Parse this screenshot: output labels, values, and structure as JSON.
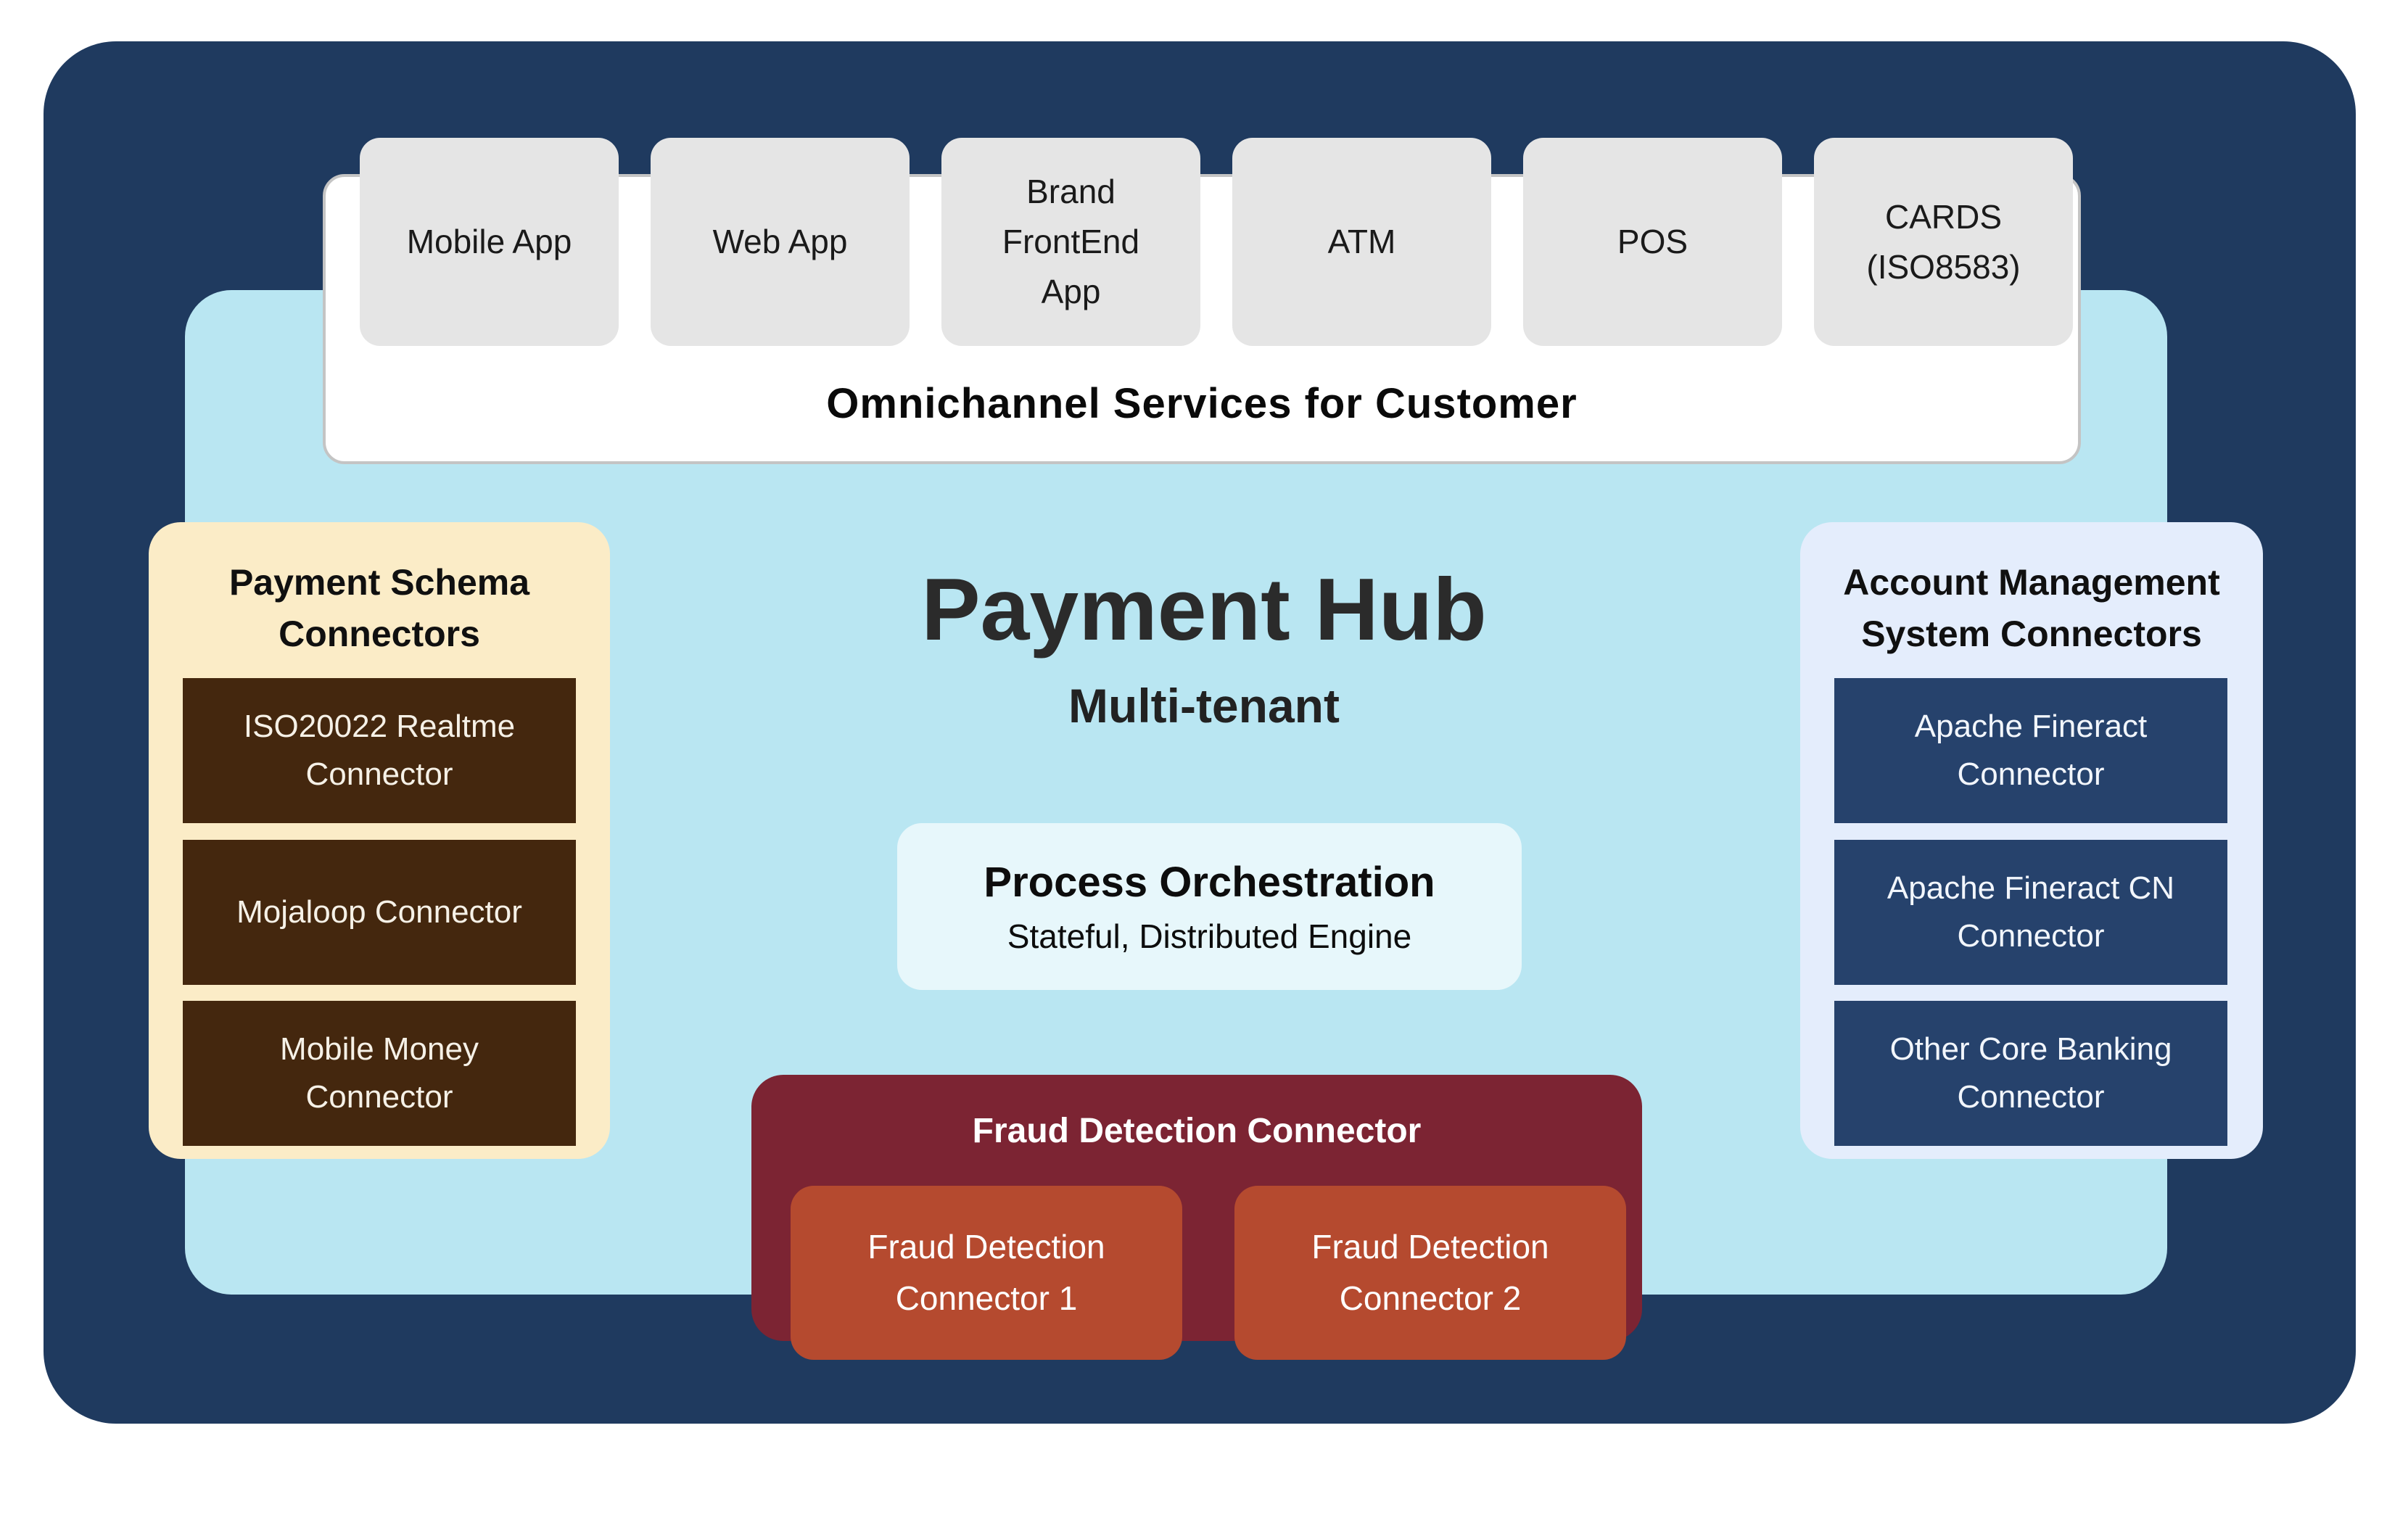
{
  "palette": {
    "page_bg": "#FFFFFF",
    "frame_navy": "#1F3A5F",
    "hub_cyan": "#B9E6F2",
    "channel_gray": "#E5E5E5",
    "omni_white": "#FFFFFF",
    "schema_panel_cream": "#FBECC7",
    "schema_box_brown": "#44270E",
    "account_panel_lavender": "#E4EDFC",
    "account_box_navy": "#26426C",
    "process_box_light": "#E7F7FB",
    "fraud_panel_maroon": "#7C2433",
    "fraud_box_red": "#B54A2F"
  },
  "channels": {
    "title": "Omnichannel Services for Customer",
    "items": [
      "Mobile App",
      "Web App",
      "Brand\nFrontEnd\nApp",
      "ATM",
      "POS",
      "CARDS\n(ISO8583)"
    ]
  },
  "hub": {
    "title": "Payment Hub",
    "subtitle": "Multi-tenant"
  },
  "schema_connectors": {
    "title": "Payment Schema\nConnectors",
    "items": [
      "ISO20022 Realtme\nConnector",
      "Mojaloop Connector",
      "Mobile Money\nConnector"
    ]
  },
  "account_connectors": {
    "title": "Account Management\nSystem Connectors",
    "items": [
      "Apache Fineract\nConnector",
      "Apache Fineract CN\nConnector",
      "Other Core Banking\nConnector"
    ]
  },
  "process": {
    "title": "Process Orchestration",
    "subtitle": "Stateful, Distributed Engine"
  },
  "fraud": {
    "title": "Fraud Detection Connector",
    "items": [
      "Fraud Detection\nConnector 1",
      "Fraud Detection\nConnector 2"
    ]
  }
}
